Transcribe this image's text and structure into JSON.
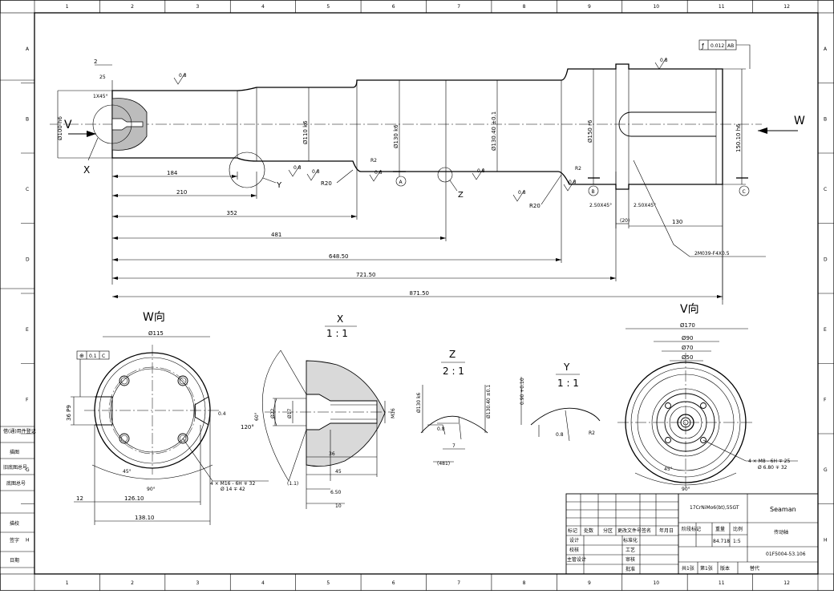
{
  "frame": {
    "columns": [
      "1",
      "2",
      "3",
      "4",
      "5",
      "6",
      "7",
      "8",
      "9",
      "10",
      "11",
      "12"
    ],
    "rows": [
      "A",
      "B",
      "C",
      "D",
      "E",
      "F",
      "G",
      "H"
    ]
  },
  "left_strip": [
    "借(通)用件登记",
    "旧底图总号",
    "底图总号",
    "签字",
    "日期",
    "描图",
    "描校"
  ],
  "main_view": {
    "left_arrow_label": "V",
    "right_arrow_label": "W",
    "detail_labels": {
      "x": "X",
      "y": "Y",
      "z": "Z"
    },
    "chamfer": "1X45°",
    "dim_2": "2",
    "dim_25": "25",
    "diameters": [
      "Ø100 h6",
      "Ø110 k6",
      "Ø130 k6",
      "Ø130.40 ±0.1",
      "Ø150 r6",
      "150.10 h6"
    ],
    "radii": [
      "R20",
      "R20"
    ],
    "r2": [
      "R2",
      "R2"
    ],
    "roughness": [
      "0.8",
      "0.8",
      "0.8",
      "0.8",
      "0.8",
      "0.8",
      "0.8",
      "0.8"
    ],
    "datums": [
      "A",
      "B",
      "C"
    ],
    "chamfers2": [
      "2.50X45°",
      "2.50X45°"
    ],
    "dim_20": "(20)",
    "dim_130": "130",
    "thread_callout": "2M039-F4X0.5",
    "lengths": [
      "184",
      "210",
      "352",
      "481",
      "648.50",
      "721.50",
      "871.50"
    ],
    "runout_tol": {
      "symbol": "ƒ",
      "value": "0.012",
      "datum": "AB"
    }
  },
  "w_view": {
    "title": "W向",
    "dia": "Ø115",
    "key": "36 P9",
    "position_tol": {
      "symbol": "⊕",
      "value": "0.1",
      "datum": "C"
    },
    "thread": "4 × M16 - 6H ∓ 32",
    "drill": "Ø 14 ∓ 42",
    "angle1": "45°",
    "angle2": "90°",
    "d1": "126.10",
    "d2": "138.10",
    "d3": "12",
    "rough": "0.4"
  },
  "x_view": {
    "title": "X",
    "scale": "1 : 1",
    "angle120": "120°",
    "angle60": "60°",
    "d1": "Ø22",
    "d2": "Ø17",
    "d3": "M16",
    "l1": "36",
    "l2": "45",
    "l3": "6.50",
    "l4": "10",
    "l5": "(1.1)"
  },
  "z_view": {
    "title": "Z",
    "scale": "2 : 1",
    "d1": "Ø130 k6",
    "d2": "Ø130.40 ±0.1",
    "l1": "7",
    "l2": "(481)",
    "rough": "0.8"
  },
  "y_view": {
    "title": "Y",
    "scale": "1 : 1",
    "d1": "0.90 +0.10",
    "rough": "0.8",
    "r": "R2"
  },
  "v_view": {
    "title": "V向",
    "dims": [
      "Ø170",
      "Ø90",
      "Ø70",
      "Ø50"
    ],
    "thread": "4 × M8 - 6H ∓ 25",
    "drill": "Ø 6.80 ∓ 32",
    "angle1": "45°",
    "angle2": "90°"
  },
  "title_block": {
    "material": "17CrNiMo6(bt),55GT",
    "company": "Seaman",
    "part_name": "传动轴",
    "drawing_no": "01F5004-53.106",
    "weight": "84.718",
    "scale": "1:5",
    "headers": [
      "标记",
      "处数",
      "分区",
      "更改文件号",
      "签名",
      "年月日"
    ],
    "labels": [
      "设计",
      "标准化",
      "校核",
      "工艺",
      "主管设计",
      "审核",
      "批准"
    ],
    "right_labels": [
      "阶段标记",
      "重量",
      "比例"
    ],
    "bottom": [
      "共1张",
      "第1张",
      "版本",
      "替代"
    ]
  }
}
